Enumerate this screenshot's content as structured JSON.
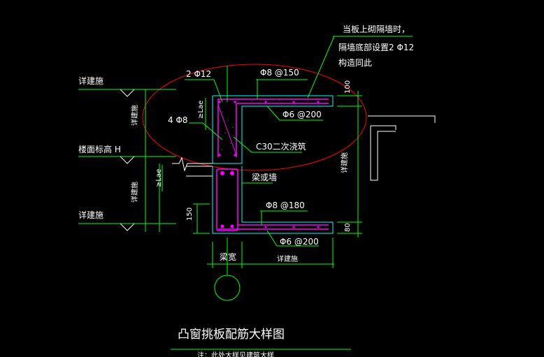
{
  "drawing": {
    "title": "凸窗挑板配筋大样图",
    "subtitle_partial": "注：此处大样见建筑大样",
    "colors": {
      "background": "#000000",
      "leader": "#00ff00",
      "concrete_outline": "#00ffff",
      "rebar": "#ff00ff",
      "highlight_ellipse": "#ff0000",
      "text": "#ffffff"
    }
  },
  "notes": {
    "top_note_line1": "当板上砌隔墙时，",
    "top_note_line2": "隔墙底部设置2 Φ12",
    "top_note_line3": "构造同此"
  },
  "labels": {
    "rebar_2phi12": "2 Φ12",
    "top_rebar": "Φ8 @150",
    "top_dist": "Φ6 @200",
    "lae_top": "≥Lae",
    "rebar_4phi8": "4 Φ8",
    "concrete": "C30二次浇筑",
    "beam_or_wall": "梁或墙",
    "bottom_rebar": "Φ8 @180",
    "bottom_dist": "Φ6 @200",
    "lae_mid": "≥Lae",
    "dim_150": "150",
    "beam_width": "梁宽",
    "see_arch_bottom": "详建施",
    "dim_100": "100",
    "dim_80": "80",
    "see_arch_right": "详建施"
  },
  "left_labels": {
    "see_arch_1": "详建施",
    "see_arch_vertical_1": "详建施",
    "floor_level": "楼面标高 H",
    "see_arch_vertical_2": "详建施",
    "see_arch_2": "详建施"
  }
}
